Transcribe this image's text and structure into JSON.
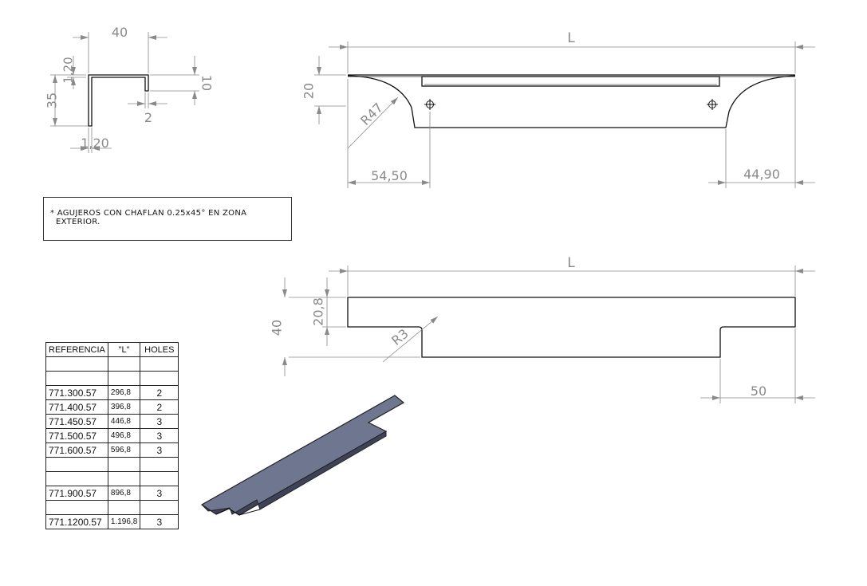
{
  "section_view": {
    "dims": {
      "width": "40",
      "height": "35",
      "lip_thickness_top": "1,20",
      "lip_thickness_bottom": "1,20",
      "flange": "10",
      "flange_thickness": "2"
    }
  },
  "top_view": {
    "dims": {
      "length": "L",
      "height": "20",
      "radius": "R47",
      "left_hole": "54,50",
      "right_hole": "44,90"
    }
  },
  "front_view": {
    "dims": {
      "length": "L",
      "total_height": "40",
      "upper_height": "20,8",
      "radius": "R3",
      "right_offset": "50"
    }
  },
  "note": {
    "text": "* AGUJEROS CON CHAFLAN 0.25x45° EN ZONA\n  EXTERIOR."
  },
  "reference_table": {
    "headers": [
      "REFERENCIA",
      "\"L\"",
      "HOLES"
    ],
    "rows": [
      [
        "",
        "",
        ""
      ],
      [
        "",
        "",
        ""
      ],
      [
        "771.300.57",
        "296,8",
        "2"
      ],
      [
        "771.400.57",
        "396,8",
        "2"
      ],
      [
        "771.450.57",
        "446,8",
        "3"
      ],
      [
        "771.500.57",
        "496,8",
        "3"
      ],
      [
        "771.600.57",
        "596,8",
        "3"
      ],
      [
        "",
        "",
        ""
      ],
      [
        "",
        "",
        ""
      ],
      [
        "771.900.57",
        "896,8",
        "3"
      ],
      [
        "",
        "",
        ""
      ],
      [
        "771.1200.57",
        "1.196,8",
        "3"
      ]
    ]
  },
  "colors": {
    "outline": "#111111",
    "dimension": "#8a8a8a",
    "iso_fill": "#6f7690",
    "iso_dark": "#3e4256"
  }
}
